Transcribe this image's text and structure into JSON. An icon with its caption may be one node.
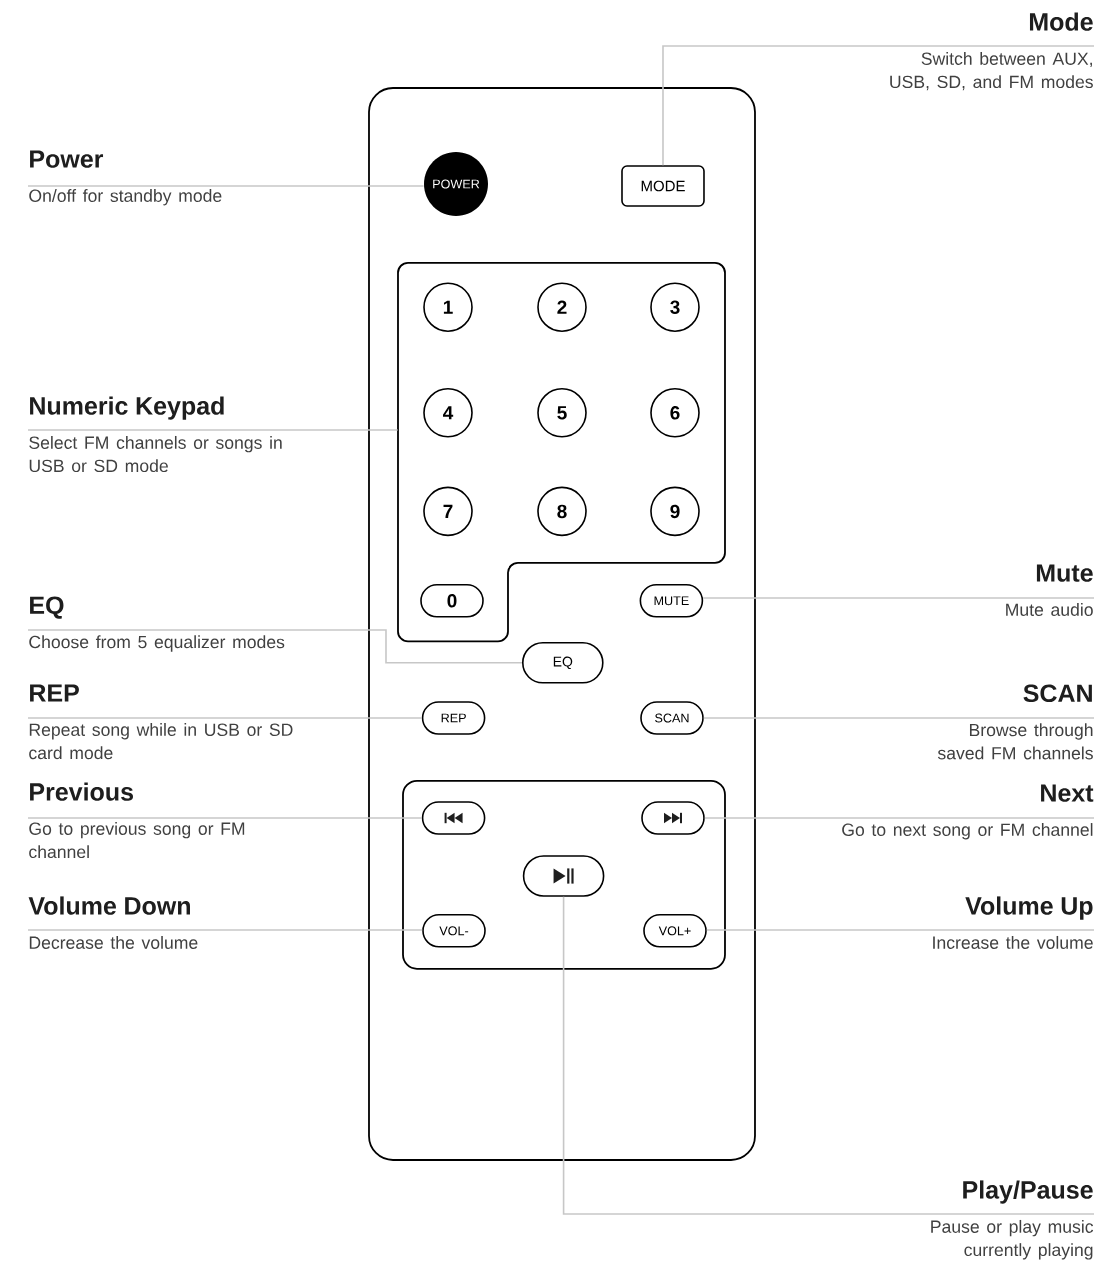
{
  "diagram": {
    "nodes": [
      {
        "text": [],
        "shape": "box"
      },
      {
        "text": [
          "POWER"
        ],
        "in": 0
      },
      {
        "text": [
          "MODE"
        ],
        "in": 0
      },
      {
        "text": [],
        "shape": "box",
        "in": 0
      },
      {
        "text": [
          "1"
        ],
        "in": 3
      },
      {
        "text": [
          "2"
        ],
        "in": 3
      },
      {
        "text": [
          "3"
        ],
        "in": 3
      },
      {
        "text": [
          "4"
        ],
        "in": 3
      },
      {
        "text": [
          "5"
        ],
        "in": 3
      },
      {
        "text": [
          "6"
        ],
        "in": 3
      },
      {
        "text": [
          "7"
        ],
        "in": 3
      },
      {
        "text": [
          "8"
        ],
        "in": 3
      },
      {
        "text": [
          "9"
        ],
        "in": 3
      },
      {
        "text": [
          "0"
        ],
        "in": 3
      },
      {
        "text": [
          "MUTE"
        ],
        "in": 0
      },
      {
        "text": [
          "EQ"
        ],
        "in": 0
      },
      {
        "text": [
          "REP"
        ],
        "in": 0
      },
      {
        "text": [
          "SCAN"
        ],
        "in": 0
      },
      {
        "text": [],
        "shape": "box",
        "in": 0
      },
      {
        "text": [],
        "shape": "pill",
        "in": 18
      },
      {
        "text": [],
        "shape": "pill",
        "in": 18
      },
      {
        "text": [],
        "shape": "pill",
        "in": 18
      },
      {
        "text": [
          "VOL-"
        ],
        "in": 18
      },
      {
        "text": [
          "VOL+"
        ],
        "in": 18
      },
      {
        "text": [
          "Mode",
          "Switch between AUX, USB, SD, and FM modes"
        ]
      },
      {
        "text": [
          "Power",
          "On/off for standby mode"
        ]
      },
      {
        "text": [
          "Numeric Keypad",
          "Select FM channels or songs in USB or SD mode"
        ]
      },
      {
        "text": [
          "Mute",
          "Mute audio"
        ]
      },
      {
        "text": [
          "EQ",
          "Choose from 5 equalizer modes"
        ]
      },
      {
        "text": [
          "REP",
          "Repeat song while in USB or SD card mode"
        ]
      },
      {
        "text": [
          "SCAN",
          "Browse through saved FM channels"
        ]
      },
      {
        "text": [
          "Previous",
          "Go to previous song or FM channel"
        ]
      },
      {
        "text": [
          "Next",
          "Go to next song or FM channel"
        ]
      },
      {
        "text": [
          "Volume Down",
          "Decrease the volume"
        ]
      },
      {
        "text": [
          "Volume Up",
          "Increase the volume"
        ]
      },
      {
        "text": [
          "Play/Pause",
          "Pause or play music currently playing"
        ]
      }
    ],
    "edges": [
      {
        "from": 24,
        "to": 2,
        "arrow": "none"
      },
      {
        "from": 25,
        "to": 1,
        "arrow": "none"
      },
      {
        "from": 26,
        "to": 3,
        "arrow": "none"
      },
      {
        "from": 27,
        "to": 14,
        "arrow": "none"
      },
      {
        "from": 28,
        "to": 15,
        "arrow": "none"
      },
      {
        "from": 29,
        "to": 16,
        "arrow": "none"
      },
      {
        "from": 30,
        "to": 17,
        "arrow": "none"
      },
      {
        "from": 31,
        "to": 19,
        "arrow": "none"
      },
      {
        "from": 32,
        "to": 20,
        "arrow": "none"
      },
      {
        "from": 33,
        "to": 22,
        "arrow": "none"
      },
      {
        "from": 34,
        "to": 23,
        "arrow": "none"
      },
      {
        "from": 35,
        "to": 21,
        "arrow": "none"
      }
    ]
  }
}
